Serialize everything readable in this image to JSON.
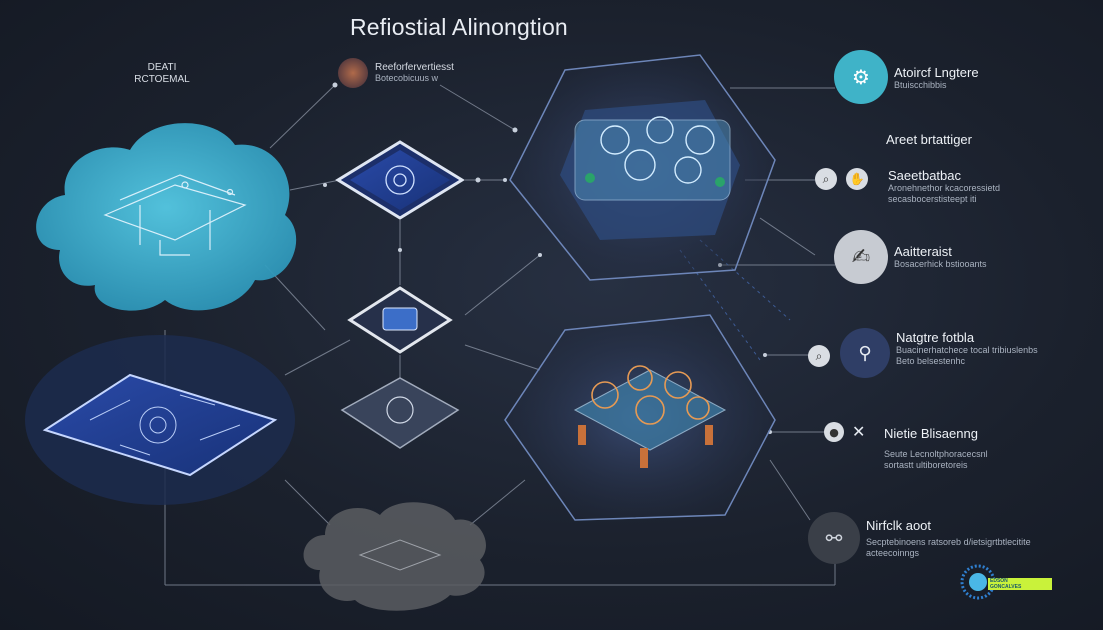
{
  "title": "Refiostial Alinongtion",
  "top_left_label": {
    "line1": "DEATI",
    "line2": "RCTOEMAL"
  },
  "top_center_note": {
    "heading": "Reeforfervertiesst",
    "sub": "Botecobicuus w"
  },
  "right_items": [
    {
      "icon": "gear-flask-icon",
      "title": "Atoircf Lngtere",
      "sub": "Btuiscchibbis"
    },
    {
      "icon": "",
      "title": "Areet brtattiger",
      "sub": ""
    },
    {
      "icon": "magnifier-icon",
      "title": "Saeetbatbac",
      "sub": "Aronehnethor kcacoressietd\nsecasbocerstisteept iti"
    },
    {
      "icon": "gesture-icon",
      "title": "Aaitteraist",
      "sub": "Bosacerhick bstiooants"
    },
    {
      "icon": "search-icon",
      "title": "Natgtre fotbla",
      "sub": "Buacinerhatchece tocal tribiuslenbs\nBeto belsestenhc"
    },
    {
      "icon": "x-icon",
      "title": "Nietie Blisaenng",
      "sub": "Seute Lecnoltphoracecsnl\nsortastt ultiboretoreis"
    },
    {
      "icon": "network-icon",
      "title": "Nirfclk aoot",
      "sub": "Secptebinoens ratsoreb d/ietsigrtbtlecitite\nacteecoinngs"
    }
  ],
  "watermark": {
    "line1": "EDSON",
    "line2": "GONCALVES"
  },
  "colors": {
    "cyan_cloud": "#3fb6d4",
    "node_blue": "#3a63c9",
    "glow": "#5e7db8",
    "accent_teal": "#3fb3c8"
  }
}
